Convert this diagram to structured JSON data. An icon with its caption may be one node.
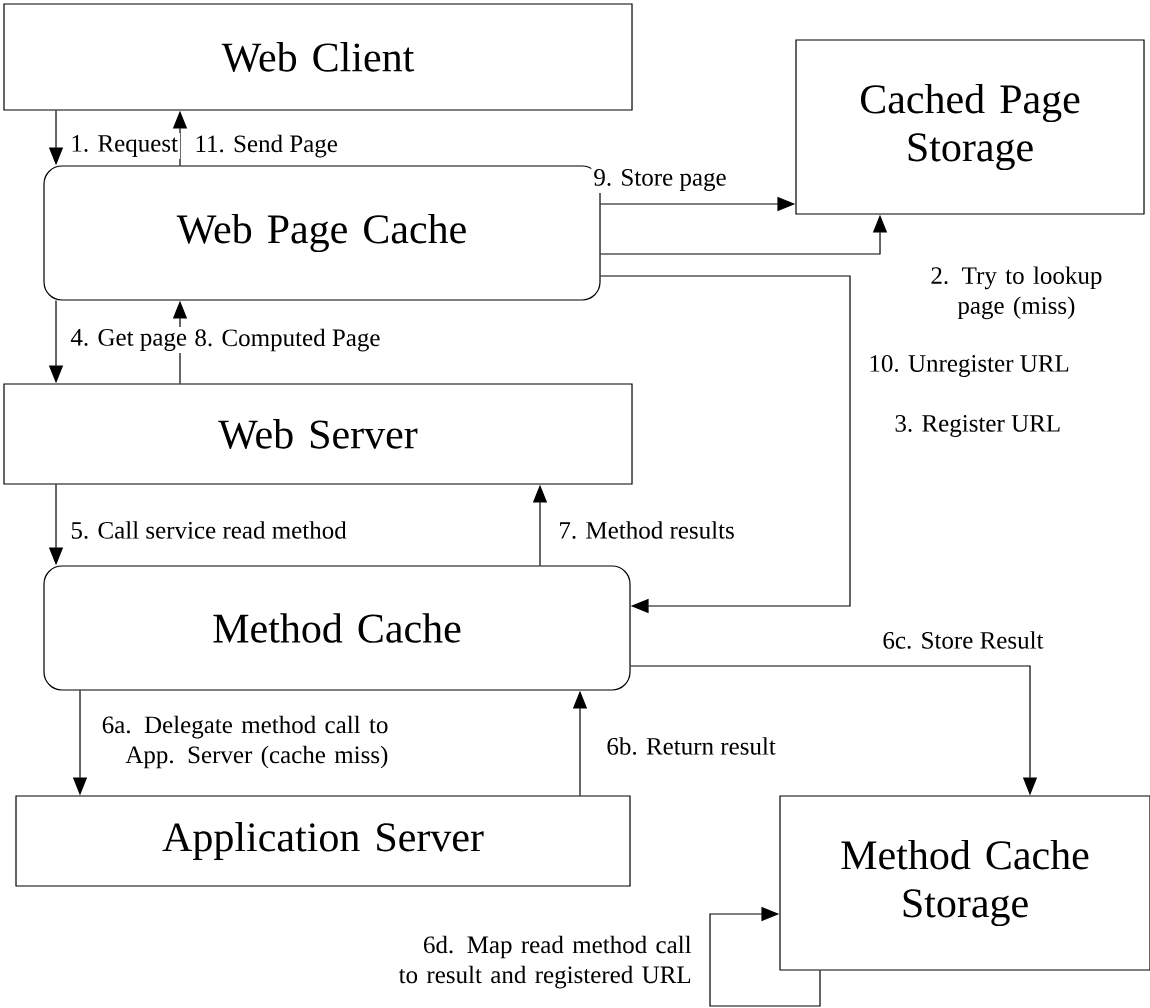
{
  "diagram": {
    "nodes": [
      {
        "text": [
          "Web Client"
        ]
      },
      {
        "text": [
          "Cached Page Storage"
        ]
      },
      {
        "text": [
          "Web Page Cache"
        ]
      },
      {
        "text": [
          "Web Server"
        ]
      },
      {
        "text": [
          "Method Cache"
        ]
      },
      {
        "text": [
          "Application Server"
        ]
      },
      {
        "text": [
          "Method Cache Storage"
        ]
      }
    ],
    "edges": [
      {
        "from": 0,
        "to": 2,
        "arrow": "to",
        "label": "1. Request"
      },
      {
        "from": 2,
        "to": 0,
        "arrow": "to",
        "label": "11. Send Page"
      },
      {
        "from": 2,
        "to": 1,
        "arrow": "to",
        "label": "9. Store page"
      },
      {
        "from": 2,
        "to": 1,
        "arrow": "to",
        "label": "2. Try to lookup page (miss)"
      },
      {
        "from": 2,
        "to": 3,
        "arrow": "to",
        "label": "4. Get page"
      },
      {
        "from": 3,
        "to": 2,
        "arrow": "to",
        "label": "8. Computed Page"
      },
      {
        "from": 3,
        "to": 4,
        "arrow": "to",
        "label": "5. Call service read method"
      },
      {
        "from": 4,
        "to": 3,
        "arrow": "to",
        "label": "7.  Method results"
      },
      {
        "from": 2,
        "to": 4,
        "arrow": "to",
        "label": "10. Unregister URL"
      },
      {
        "from": 4,
        "to": 6,
        "arrow": "to",
        "label": "6c. Store Result"
      },
      {
        "from": 4,
        "to": 5,
        "arrow": "to",
        "label": "6a. Delegate method call to App. Server (cache miss)"
      },
      {
        "from": 5,
        "to": 4,
        "arrow": "to",
        "label": "6b. Return result"
      },
      {
        "from": 6,
        "to": 6,
        "arrow": "to",
        "label": "6d. Map read method call to result and registered URL"
      }
    ],
    "labels": [
      "3. Register URL"
    ]
  }
}
